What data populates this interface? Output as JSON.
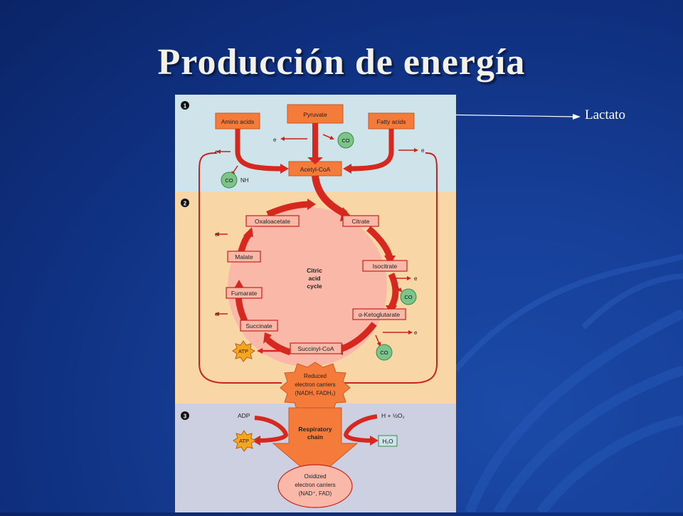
{
  "slide": {
    "title": "Producción de energía"
  },
  "callout": {
    "label": "Lactato"
  },
  "figure": {
    "stage_markers": [
      "1",
      "2",
      "3"
    ],
    "top": {
      "amino_acids": "Amino acids",
      "pyruvate": "Pyruvate",
      "fatty_acids": "Fatty acids",
      "acetyl_coa": "Acetyl-CoA",
      "electron": "e",
      "co2": "CO",
      "nh3": "NH"
    },
    "cycle": {
      "oxaloacetate": "Oxaloacetate",
      "citrate": "Citrate",
      "isocitrate": "Isocitrate",
      "malate": "Malate",
      "fumarate": "Fumarate",
      "ketoglutarate": "-Ketoglutarate",
      "alpha": "α",
      "succinate": "Succinate",
      "succinyl_coa": "Succinyl-CoA",
      "center_line1": "Citric",
      "center_line2": "acid",
      "center_line3": "cycle",
      "atp": "ATP"
    },
    "reduced": {
      "line1": "Reduced",
      "line2": "electron carriers",
      "line3": "(NADH, FADH₂)"
    },
    "chain": {
      "adp": "ADP",
      "atp": "ATP",
      "h_half_o2": "H + ½O₂",
      "h2o": "H₂O",
      "line1": "Respiratory",
      "line2": "chain"
    },
    "oxidized": {
      "line1": "Oxidized",
      "line2": "electron carriers",
      "line3": "(NAD⁺, FAD)"
    }
  },
  "colors": {
    "background": "#0f2f7e",
    "stage1": "#cfe3ea",
    "stage2": "#f9d6a6",
    "stage3": "#cdd0e0",
    "arrow_red": "#d6281f",
    "box_orange": "#f47b3a",
    "box_pink": "#f9b8a8",
    "co2_green": "#7cc48a",
    "atp_yellow": "#f7a51c"
  }
}
